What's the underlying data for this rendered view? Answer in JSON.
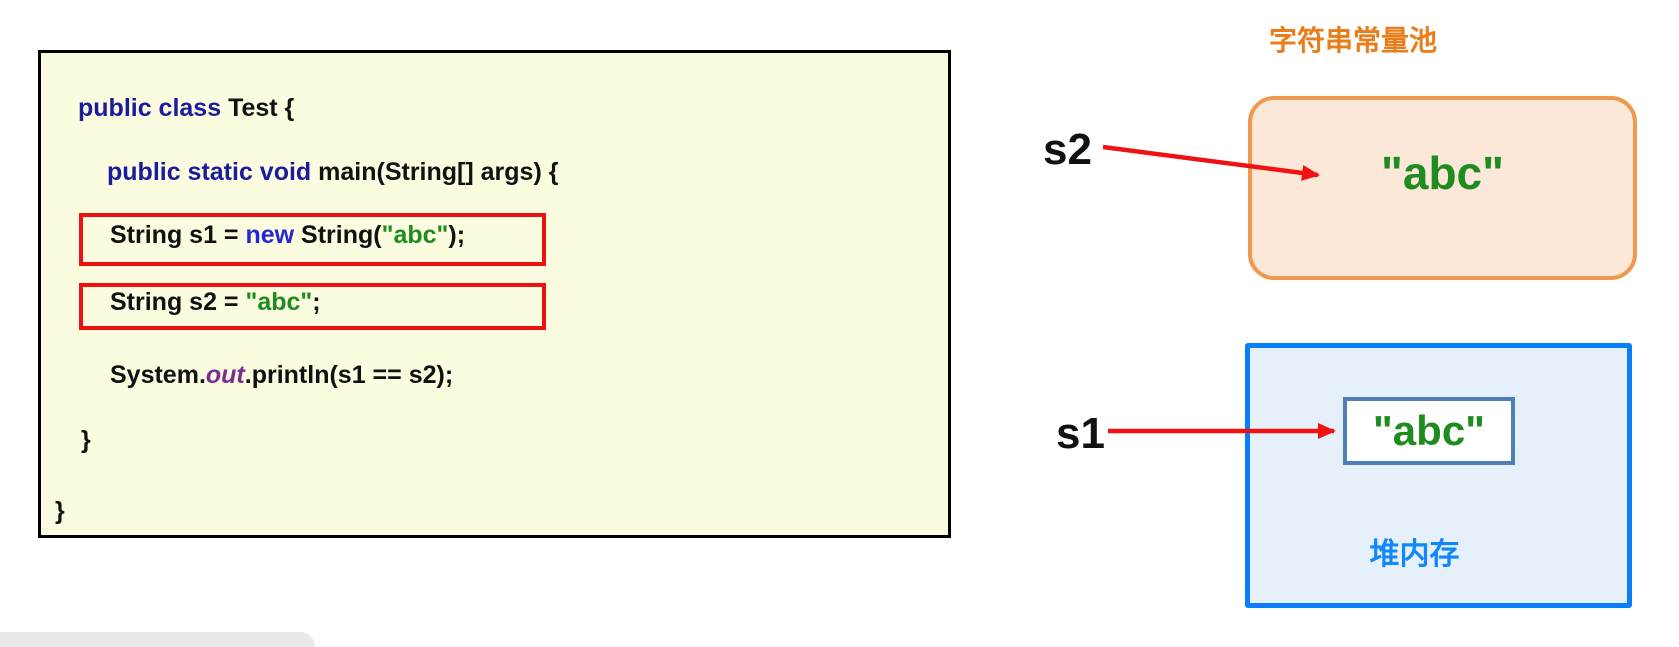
{
  "colors": {
    "code_background": "#fbfbdf",
    "keyword_navy": "#1b1b9d",
    "keyword_blue": "#2626d2",
    "string_green": "#1e8c1e",
    "out_purple": "#7b2e8e",
    "highlight_red": "#ee1111",
    "arrow_red": "#f01212",
    "pool_title_orange": "#e87d1a",
    "pool_border_orange": "#f0994e",
    "pool_fill": "#fce8d9",
    "heap_border_blue": "#0a7ef8",
    "heap_fill": "#e6f0fb",
    "heap_label_blue": "#1287fa",
    "object_box_border": "#4e80b7"
  },
  "code": {
    "l1_kw": "public class ",
    "l1_rest": "Test {",
    "l2_kw": "public static void ",
    "l2_rest": "main(String[] args) {",
    "l3_pre": "String s1 = ",
    "l3_kw": "new",
    "l3_mid": " String(",
    "l3_str": "\"abc\"",
    "l3_post": ");",
    "l4_pre": "String s2 = ",
    "l4_str": "\"abc\"",
    "l4_post": ";",
    "l5_pre": "System.",
    "l5_out": "out",
    "l5_post": ".println(s1 == s2);",
    "l6_brace": "}",
    "l7_brace": "}"
  },
  "pool": {
    "title": "字符串常量池",
    "value": "\"abc\""
  },
  "heap": {
    "label": "堆内存",
    "value": "\"abc\""
  },
  "refs": {
    "s1": "s1",
    "s2": "s2"
  }
}
